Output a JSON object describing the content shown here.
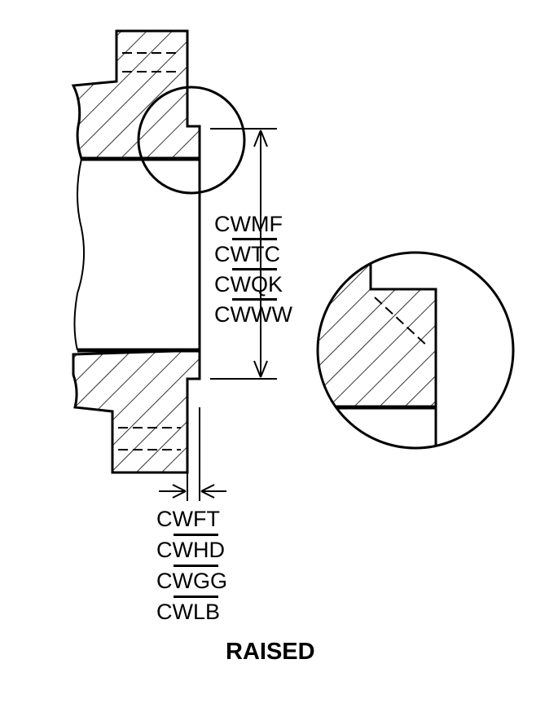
{
  "diagram": {
    "title": "RAISED",
    "height_codes": [
      "CWMF",
      "CWTC",
      "CWQK",
      "CWWW"
    ],
    "thickness_codes": [
      "CWFT",
      "CWHD",
      "CWGG",
      "CWLB"
    ],
    "colors": {
      "ink": "#000000",
      "background": "#ffffff"
    }
  }
}
